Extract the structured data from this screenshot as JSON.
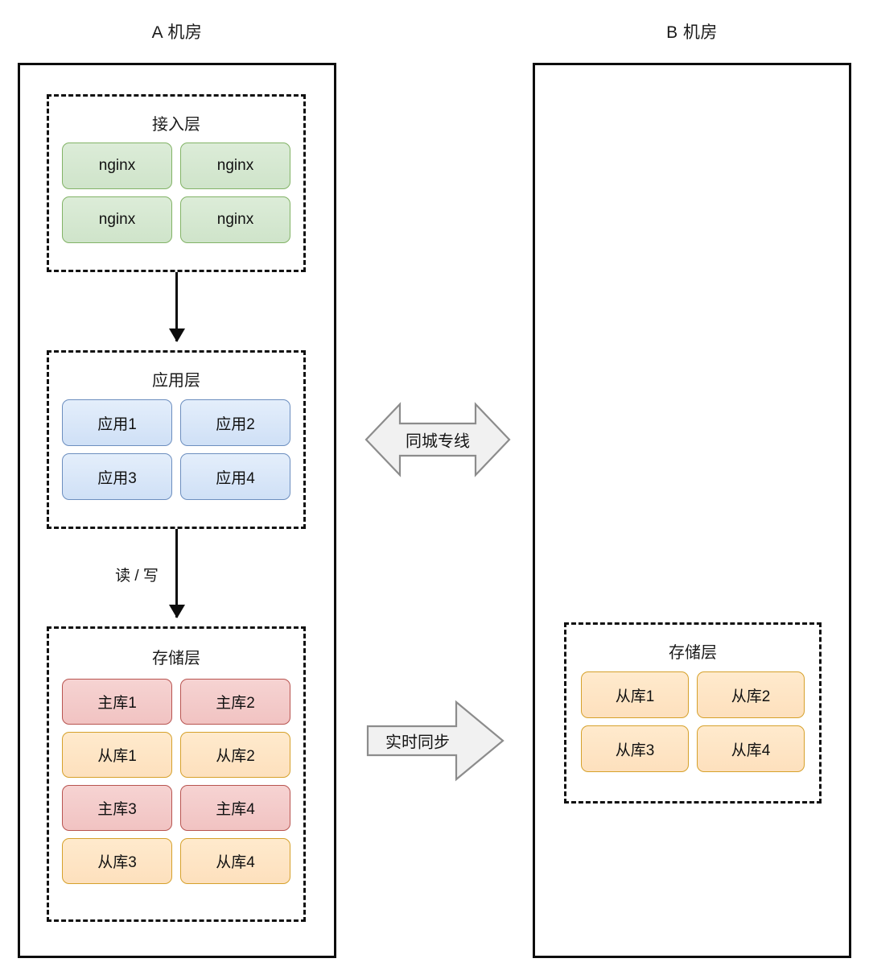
{
  "datacenters": [
    {
      "id": "a",
      "title": "A 机房",
      "layers": [
        {
          "id": "access",
          "title": "接入层",
          "nodes": [
            "nginx",
            "nginx",
            "nginx",
            "nginx"
          ]
        },
        {
          "id": "app",
          "title": "应用层",
          "nodes": [
            "应用1",
            "应用2",
            "应用3",
            "应用4"
          ]
        },
        {
          "id": "storage",
          "title": "存储层",
          "nodes": [
            "主库1",
            "主库2",
            "从库1",
            "从库2",
            "主库3",
            "主库4",
            "从库3",
            "从库4"
          ]
        }
      ]
    },
    {
      "id": "b",
      "title": "B 机房",
      "layers": [
        {
          "id": "storage",
          "title": "存储层",
          "nodes": [
            "从库1",
            "从库2",
            "从库3",
            "从库4"
          ]
        }
      ]
    }
  ],
  "connectors": {
    "access_to_app": "",
    "app_to_storage": "读 / 写",
    "cross_dc_link": "同城专线",
    "replication": "实时同步"
  },
  "colors": {
    "green_fill": "#d5e8d4",
    "green_border": "#82b366",
    "blue_fill": "#dae8fc",
    "blue_border": "#6c8ebf",
    "pink_fill": "#f8cecc",
    "pink_border": "#b85450",
    "orange_fill": "#ffe6cc",
    "orange_border": "#d79b00",
    "frame_border": "#0d0d0d",
    "block_arrow_fill": "#f0f0f0",
    "block_arrow_border": "#808080"
  }
}
